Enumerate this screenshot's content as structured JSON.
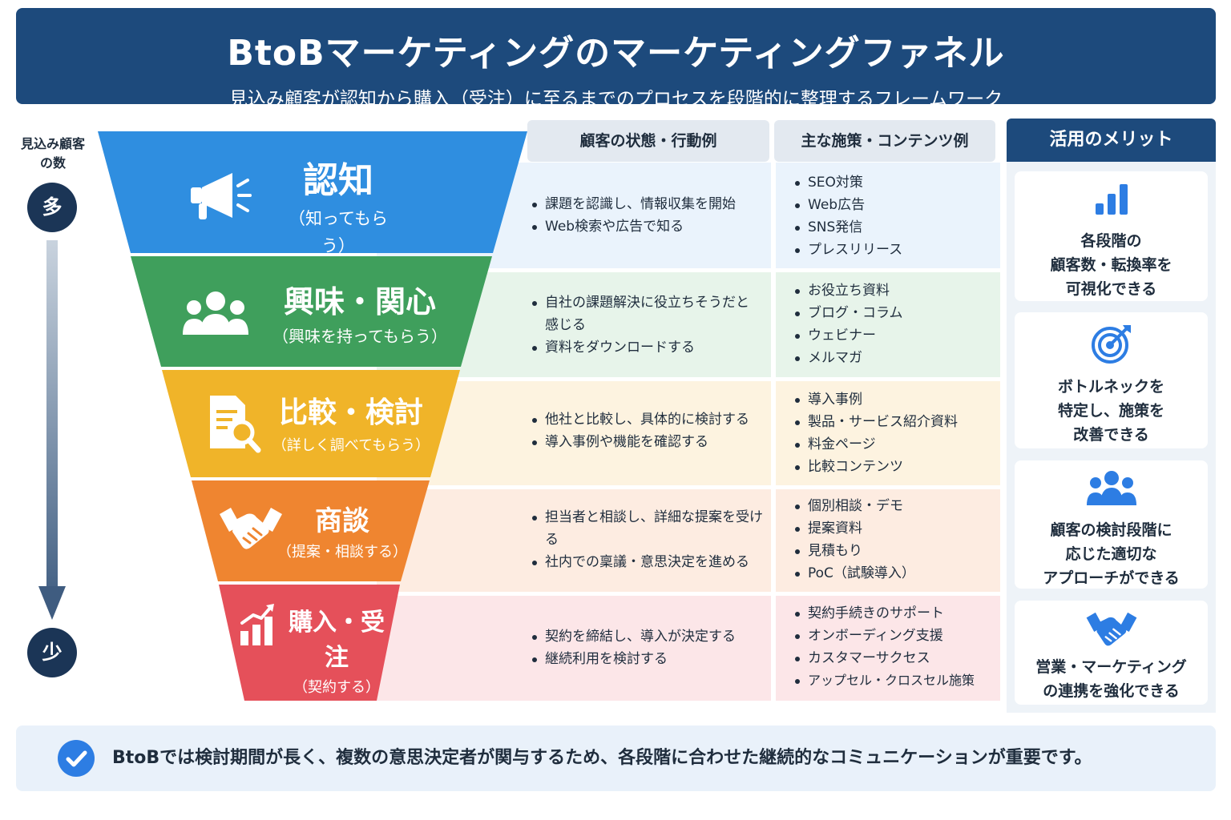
{
  "header": {
    "title": "BtoBマーケティングのマーケティングファネル",
    "subtitle": "見込み顧客が認知から購入（受注）に至るまでのプロセスを段階的に整理するフレームワーク"
  },
  "scale": {
    "label": "見込み顧客\nの数",
    "top": "多",
    "bottom": "少"
  },
  "columns": {
    "state": "顧客の状態・行動例",
    "measures": "主な施策・コンテンツ例",
    "benefits": "活用のメリット"
  },
  "stages": [
    {
      "name": "認知",
      "sub": "（知ってもらう）",
      "icon": "megaphone-icon",
      "color": "#2f8ee0",
      "state": [
        "課題を認識し、情報収集を開始",
        "Web検索や広告で知る"
      ],
      "measures": [
        "SEO対策",
        "Web広告",
        "SNS発信",
        "プレスリリース"
      ]
    },
    {
      "name": "興味・関心",
      "sub": "（興味を持ってもらう）",
      "icon": "people-icon",
      "color": "#3f9f5c",
      "state": [
        "自社の課題解決に役立ちそうだと感じる",
        "資料をダウンロードする"
      ],
      "measures": [
        "お役立ち資料",
        "ブログ・コラム",
        "ウェビナー",
        "メルマガ"
      ]
    },
    {
      "name": "比較・検討",
      "sub": "（詳しく調べてもらう）",
      "icon": "document-search-icon",
      "color": "#f0b429",
      "state": [
        "他社と比較し、具体的に検討する",
        "導入事例や機能を確認する"
      ],
      "measures": [
        "導入事例",
        "製品・サービス紹介資料",
        "料金ページ",
        "比較コンテンツ"
      ]
    },
    {
      "name": "商談",
      "sub": "（提案・相談する）",
      "icon": "handshake-icon",
      "color": "#ef8530",
      "state": [
        "担当者と相談し、詳細な提案を受ける",
        "社内での稟議・意思決定を進める"
      ],
      "measures": [
        "個別相談・デモ",
        "提案資料",
        "見積もり",
        "PoC（試験導入）"
      ]
    },
    {
      "name": "購入・受注",
      "sub": "（契約する）",
      "icon": "growth-chart-icon",
      "color": "#e5505a",
      "state": [
        "契約を締結し、導入が決定する",
        "継続利用を検討する"
      ],
      "measures": [
        "契約手続きのサポート",
        "オンボーディング支援",
        "カスタマーサクセス",
        "アップセル・クロスセル施策"
      ]
    }
  ],
  "benefits": [
    {
      "icon": "bar-chart-icon",
      "text": "各段階の\n顧客数・転換率を\n可視化できる"
    },
    {
      "icon": "target-icon",
      "text": "ボトルネックを\n特定し、施策を\n改善できる"
    },
    {
      "icon": "team-icon",
      "text": "顧客の検討段階に\n応じた適切な\nアプローチができる"
    },
    {
      "icon": "handshake-icon",
      "text": "営業・マーケティング\nの連携を強化できる"
    }
  ],
  "footer": {
    "icon": "check-circle-icon",
    "text": "BtoBでは検討期間が長く、複数の意思決定者が関与するため、各段階に合わせた継続的なコミュニケーションが重要です。"
  }
}
